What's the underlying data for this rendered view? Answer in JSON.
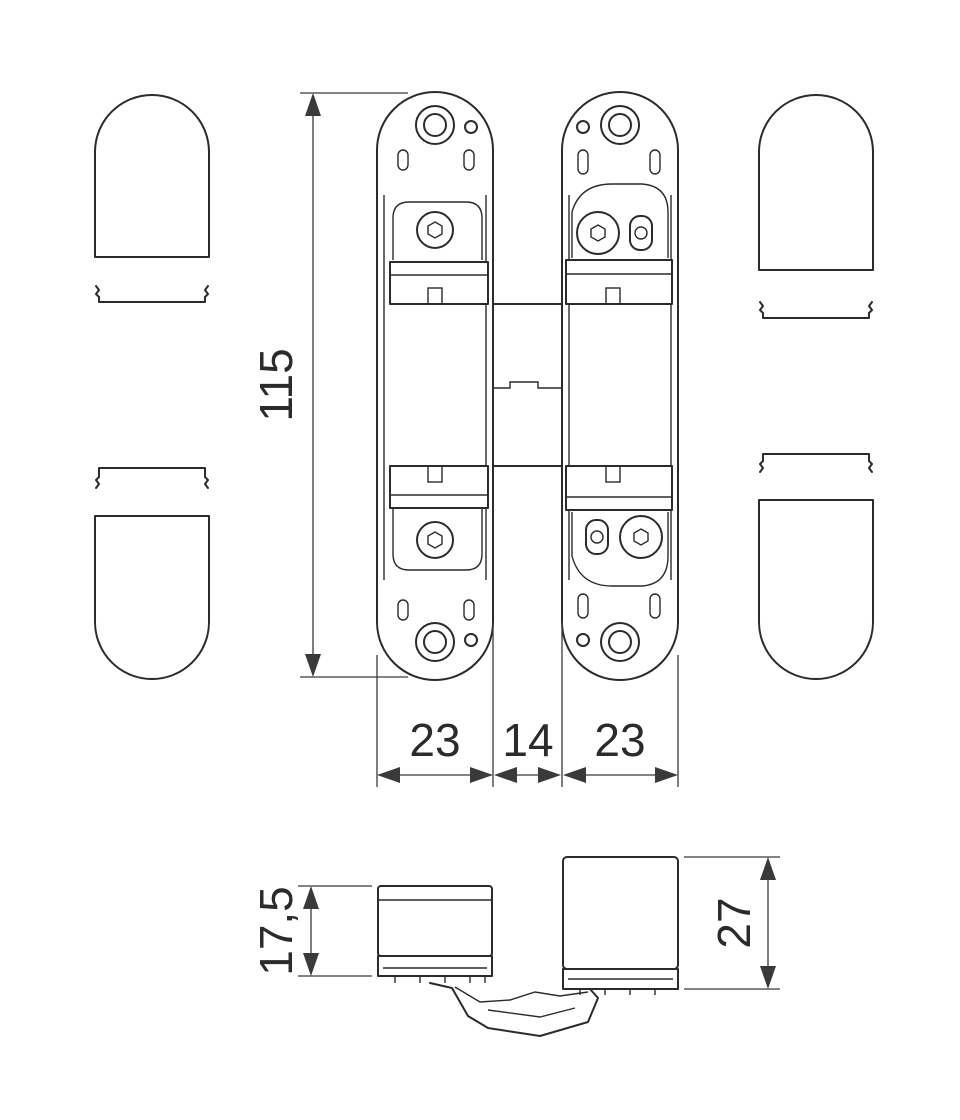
{
  "dimensions": {
    "height": "115",
    "left_width": "23",
    "gap_width": "14",
    "right_width": "23",
    "left_depth": "17,5",
    "right_depth": "27"
  },
  "colors": {
    "line": "#2b2b2b",
    "background": "#ffffff"
  }
}
